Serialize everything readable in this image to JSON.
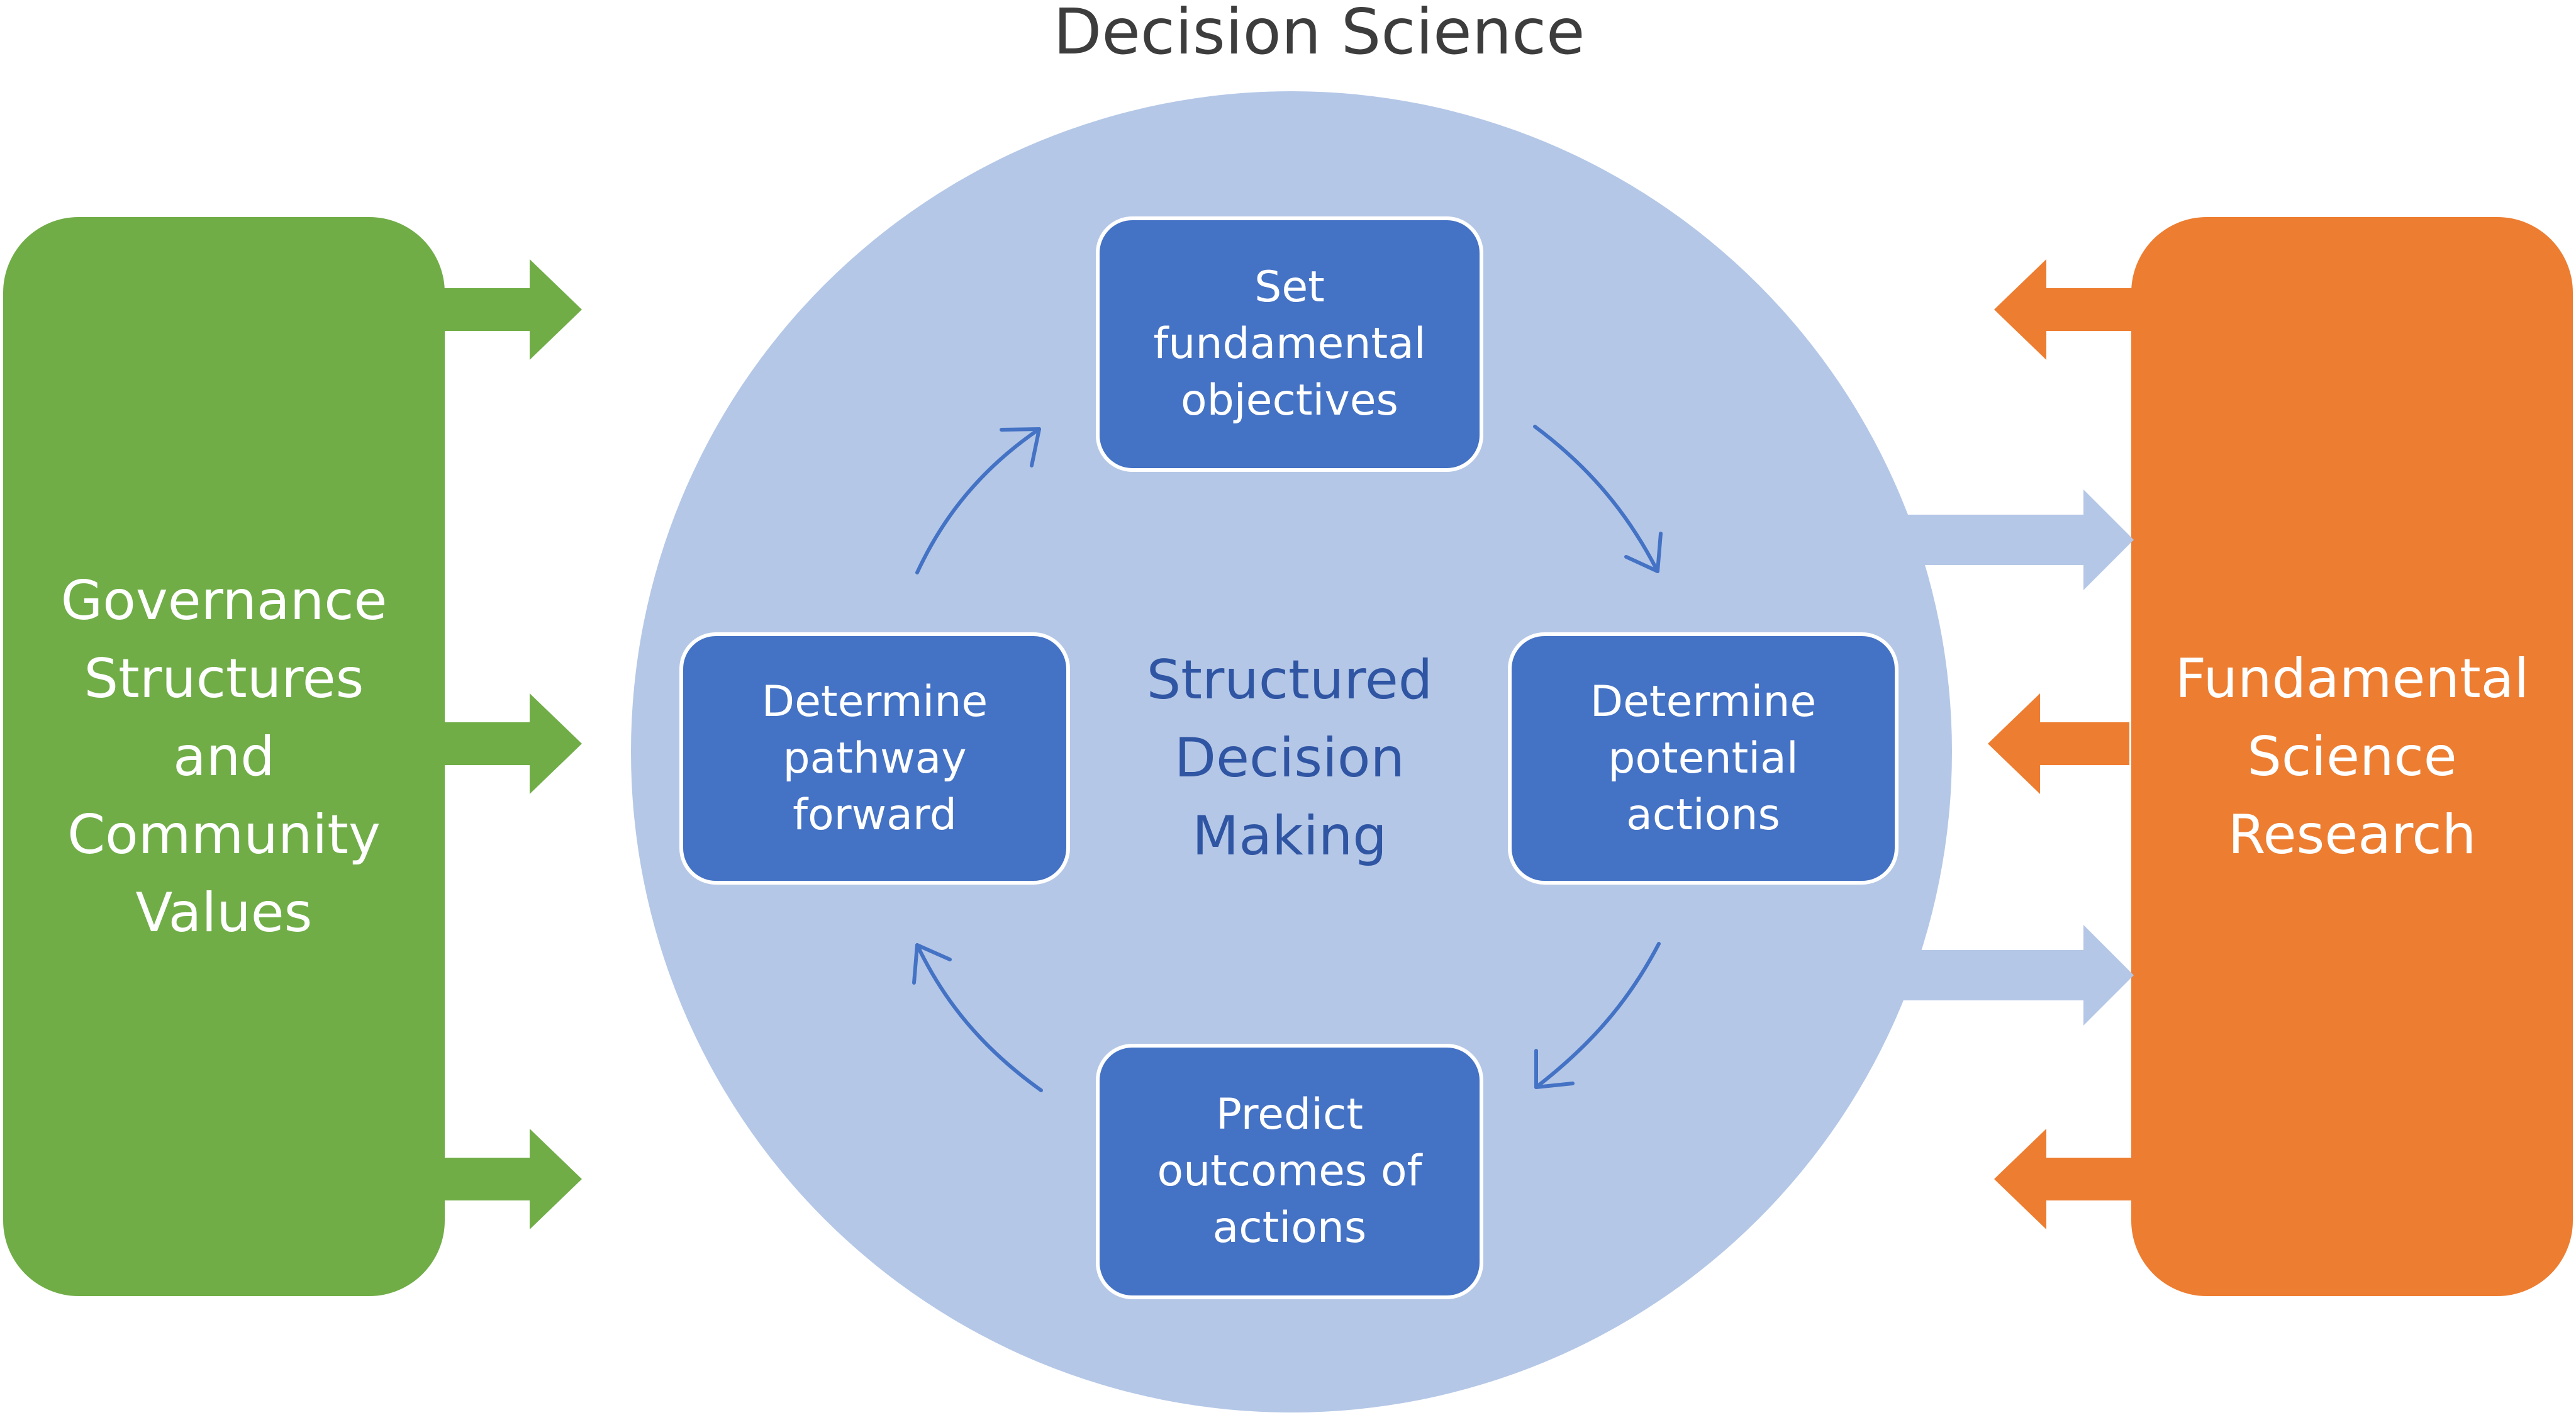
{
  "title": "Decision Science",
  "left_box": {
    "label": "Governance\nStructures\nand\nCommunity\nValues"
  },
  "right_box": {
    "label": "Fundamental\nScience\nResearch"
  },
  "center": {
    "label": "Structured\nDecision\nMaking"
  },
  "steps": [
    {
      "label": "Set\nfundamental\nobjectives"
    },
    {
      "label": "Determine\npotential\nactions"
    },
    {
      "label": "Predict\noutcomes of\nactions"
    },
    {
      "label": "Determine\npathway\nforward"
    }
  ],
  "colors": {
    "green": "#70ad47",
    "orange": "#ed7d31",
    "circle": "#b4c7e7",
    "step_box": "#4472c4",
    "cycle_arrow": "#4472c4",
    "title_text": "#3d3d3d",
    "center_text": "#2f55a3"
  },
  "icons": {
    "cycle_arrows": "curved-arrow-icon",
    "flow_arrows": "block-arrow-icon"
  }
}
